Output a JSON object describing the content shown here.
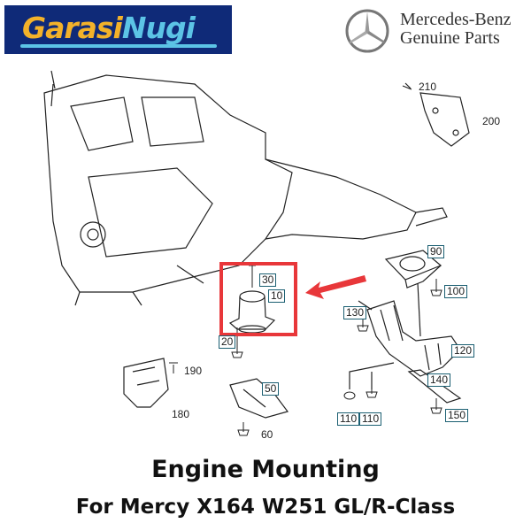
{
  "brand_left": {
    "part1": "Garasi",
    "part2": "Nugi",
    "color1": "#f3b22a",
    "color2": "#5cc4e6",
    "bg": "#0f2a78"
  },
  "brand_right": {
    "line1": "Mercedes-Benz",
    "line2": "Genuine Parts",
    "icon": "mercedes-star-icon"
  },
  "highlight_color": "#e8373a",
  "callouts": [
    "210",
    "200",
    "90",
    "100",
    "30",
    "10",
    "130",
    "120",
    "20",
    "190",
    "180",
    "50",
    "140",
    "110",
    "110",
    "150",
    "60"
  ],
  "title": {
    "line1": "Engine Mounting",
    "line2": "For Mercy X164 W251 GL/R-Class"
  }
}
